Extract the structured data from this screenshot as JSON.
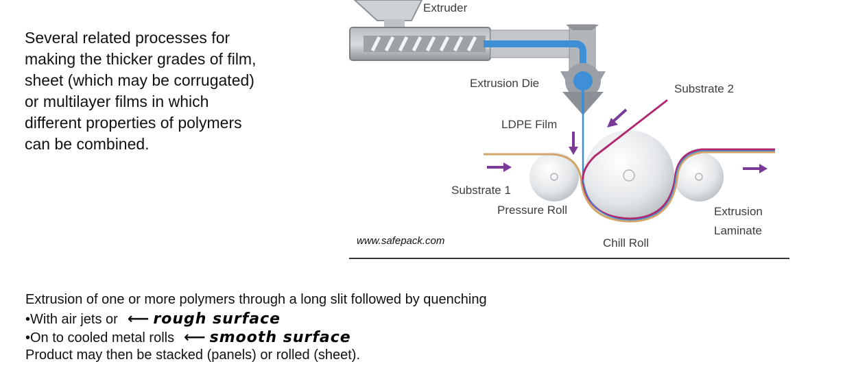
{
  "intro": {
    "lines": [
      "Several related processes for",
      "making the thicker grades of film,",
      "sheet (which may be corrugated)",
      "or multilayer films in which",
      "different properties of polymers",
      "can be combined."
    ]
  },
  "figure": {
    "labels": {
      "extruder": "Extruder",
      "extrusion_die": "Extrusion Die",
      "ldpe_film": "LDPE Film",
      "substrate_2": "Substrate 2",
      "substrate_1": "Substrate 1",
      "pressure_roll": "Pressure Roll",
      "chill_roll": "Chill Roll",
      "extrusion_laminate_1": "Extrusion",
      "extrusion_laminate_2": "Laminate"
    },
    "credit": "www.safepack.com",
    "colors": {
      "polymer": "#3f8fd6",
      "substrate_1": "#d2a56a",
      "substrate_2": "#b0286f",
      "arrow": "#7a3a98",
      "machine": "#8f9397"
    }
  },
  "notes": {
    "line1": "Extrusion of one or more polymers through a long slit followed by quenching",
    "line2": "•With air jets or",
    "line2_annotation": "rough surface",
    "line3": "•On to cooled metal rolls",
    "line3_annotation": "smooth surface",
    "line4": "Product may then be stacked (panels) or rolled (sheet).",
    "annotation_arrow": "⟵"
  }
}
